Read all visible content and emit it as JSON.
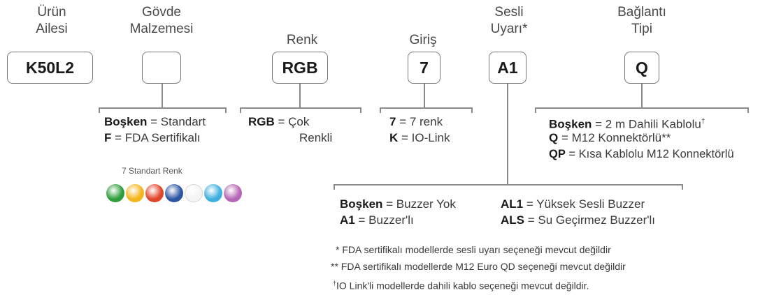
{
  "headers": {
    "family": [
      "Ürün",
      "Ailesi"
    ],
    "body": [
      "Gövde",
      "Malzemesi"
    ],
    "color": "Renk",
    "input": "Giriş",
    "sound": [
      "Sesli",
      "Uyarı*"
    ],
    "connection": [
      "Bağlantı",
      "Tipi"
    ]
  },
  "boxes": {
    "family": "K50L2",
    "body": "",
    "color": "RGB",
    "input": "7",
    "sound": "A1",
    "connection": "Q"
  },
  "body_options": [
    {
      "code": "Boşken",
      "sep": " = ",
      "desc": "Standart"
    },
    {
      "code": "F",
      "sep": " = ",
      "desc": "FDA Sertifikalı"
    }
  ],
  "color_options": [
    {
      "code": "RGB",
      "sep": " = ",
      "desc": "Çok",
      "desc2": "Renkli"
    }
  ],
  "input_options": [
    {
      "code": "7",
      "sep": " = ",
      "desc": "7 renk"
    },
    {
      "code": "K",
      "sep": " = ",
      "desc": "IO-Link"
    }
  ],
  "connection_options": [
    {
      "code": "Boşken",
      "sep": " = ",
      "desc": "2 m Dahili Kablolu",
      "mark": "†"
    },
    {
      "code": "Q",
      "sep": " = ",
      "desc": "M12 Konnektörlü**"
    },
    {
      "code": "QP",
      "sep": " = ",
      "desc": "Kısa Kablolu M12 Konnektörlü"
    }
  ],
  "sound_options": [
    {
      "code": "Boşken",
      "sep": " = ",
      "desc": "Buzzer Yok"
    },
    {
      "code": "A1",
      "sep": " = ",
      "desc": "Buzzer'lı"
    },
    {
      "code": "AL1",
      "sep": " = ",
      "desc": "Yüksek Sesli Buzzer"
    },
    {
      "code": "ALS",
      "sep": " = ",
      "desc": "Su Geçirmez Buzzer'lı"
    }
  ],
  "swatches": {
    "label": "7 Standart Renk",
    "colors": [
      {
        "name": "green",
        "hex": "#2e9e3c"
      },
      {
        "name": "yellow",
        "hex": "#f2b51c"
      },
      {
        "name": "red",
        "hex": "#e0452a"
      },
      {
        "name": "blue",
        "hex": "#2e55a4"
      },
      {
        "name": "white",
        "hex": "#f4f4f4"
      },
      {
        "name": "cyan",
        "hex": "#3fb0de"
      },
      {
        "name": "magenta",
        "hex": "#b567b5"
      }
    ]
  },
  "footnotes": [
    {
      "mark": "*",
      "text": "FDA sertifikalı modellerde sesli uyarı seçeneği mevcut değildir"
    },
    {
      "mark": "**",
      "text": "FDA sertifikalı modellerde M12 Euro QD seçeneği mevcut değildir"
    },
    {
      "mark": "†",
      "text": "IO Link'li modellerde dahili kablo seçeneği mevcut değildir."
    }
  ]
}
